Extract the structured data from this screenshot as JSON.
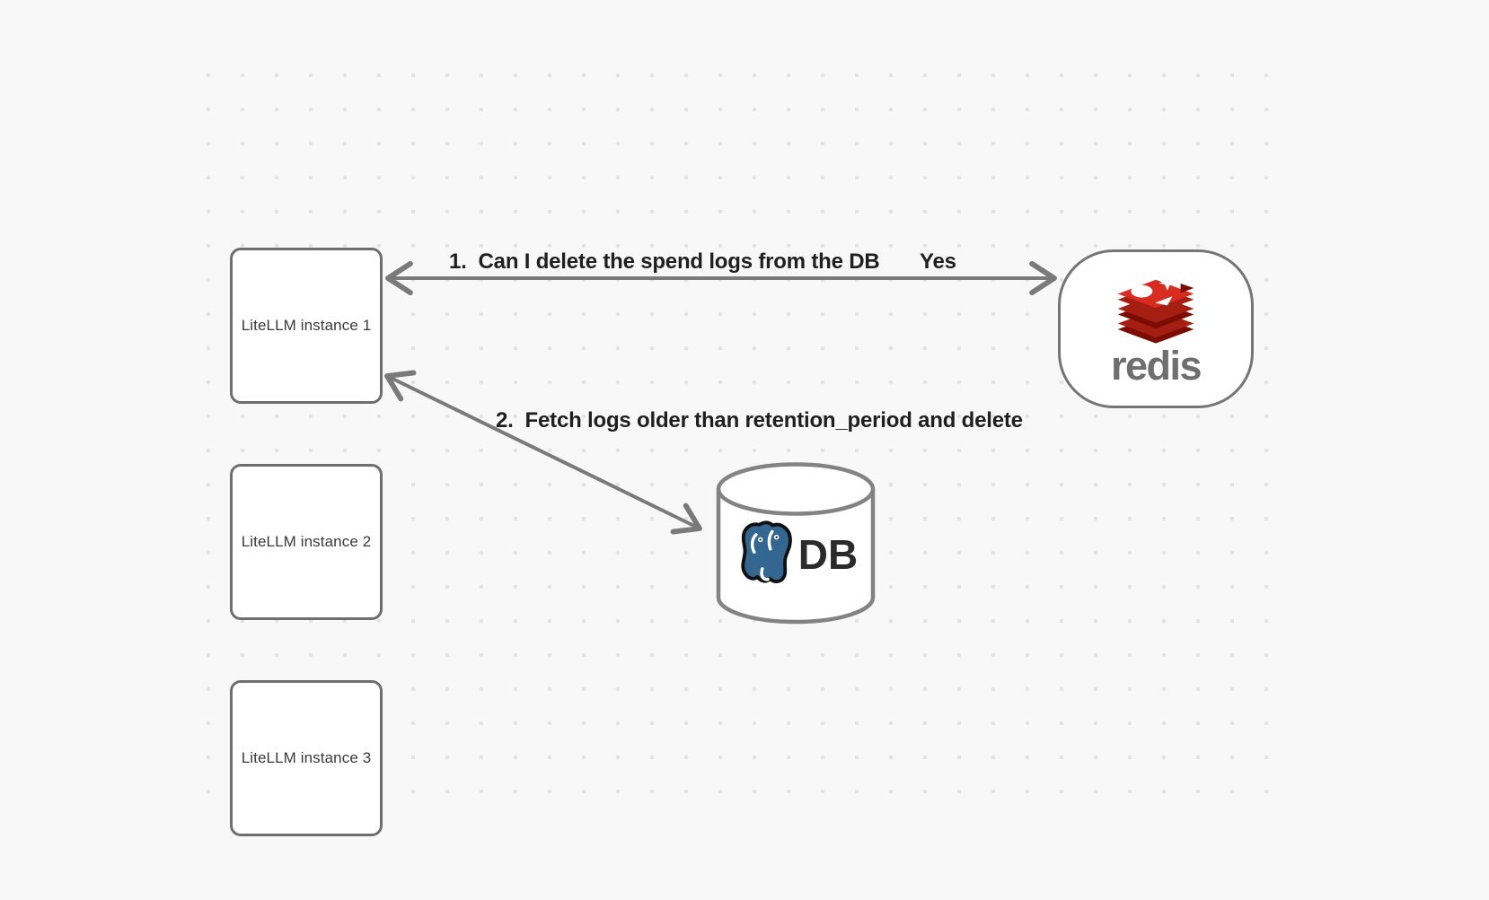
{
  "canvas": {
    "background_color": "#f8f8f8",
    "dot_color": "#e3e3e4"
  },
  "instances": [
    {
      "label": "LiteLLM instance 1"
    },
    {
      "label": "LiteLLM instance 2"
    },
    {
      "label": "LiteLLM instance 3"
    }
  ],
  "redis_node": {
    "wordmark": "redis",
    "wordmark_color": "#6f6f6f",
    "logo_red_bright": "#d82c20",
    "logo_red_dark": "#a41e11",
    "logo_red_deep": "#7a0c00"
  },
  "db_node": {
    "label": "DB",
    "postgres_blue": "#336791",
    "outline_color": "#101010"
  },
  "arrows": {
    "arrow1_label": "1.  Can I delete the spend logs from the DB",
    "arrow1_response": "Yes",
    "arrow2_label": "2.  Fetch logs older than retention_period and delete",
    "stroke_color": "#7a7a7a"
  }
}
